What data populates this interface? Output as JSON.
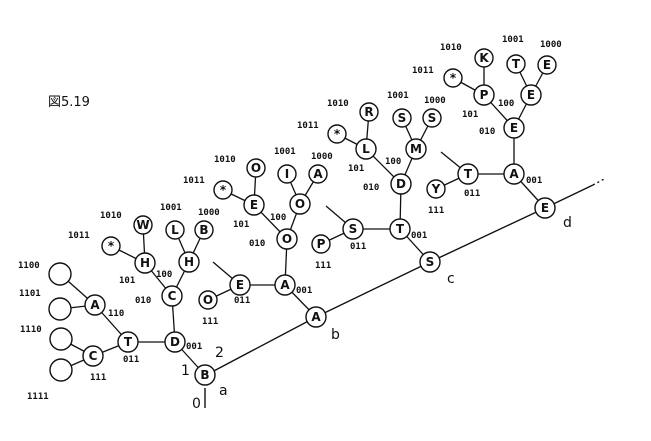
{
  "caption": "図5.19",
  "line_labels": {
    "a": "a",
    "b": "b",
    "c": "c",
    "d": "d",
    "one": "1",
    "two": "2",
    "zero": "0"
  },
  "nodes": [
    {
      "id": "B",
      "letter": "B"
    },
    {
      "id": "D1",
      "letter": "D"
    },
    {
      "id": "T1",
      "letter": "T"
    },
    {
      "id": "A1",
      "letter": "A"
    },
    {
      "id": "C1",
      "letter": "C"
    },
    {
      "id": "L1100",
      "letter": ""
    },
    {
      "id": "L1101",
      "letter": ""
    },
    {
      "id": "L1110",
      "letter": ""
    },
    {
      "id": "L1111",
      "letter": ""
    },
    {
      "id": "C2",
      "letter": "C"
    },
    {
      "id": "H1",
      "letter": "H"
    },
    {
      "id": "H2",
      "letter": "H"
    },
    {
      "id": "Ast1",
      "letter": "*"
    },
    {
      "id": "W",
      "letter": "W"
    },
    {
      "id": "L2",
      "letter": "L"
    },
    {
      "id": "B2",
      "letter": "B"
    },
    {
      "id": "Ab",
      "letter": "A"
    },
    {
      "id": "A2",
      "letter": "A"
    },
    {
      "id": "E1",
      "letter": "E"
    },
    {
      "id": "O1",
      "letter": "O"
    },
    {
      "id": "O2",
      "letter": "O"
    },
    {
      "id": "E2",
      "letter": "E"
    },
    {
      "id": "O3",
      "letter": "O"
    },
    {
      "id": "Ast2",
      "letter": "*"
    },
    {
      "id": "O4",
      "letter": "O"
    },
    {
      "id": "I",
      "letter": "I"
    },
    {
      "id": "A3",
      "letter": "A"
    },
    {
      "id": "Sc",
      "letter": "S"
    },
    {
      "id": "T2",
      "letter": "T"
    },
    {
      "id": "S1",
      "letter": "S"
    },
    {
      "id": "P1",
      "letter": "P"
    },
    {
      "id": "D2",
      "letter": "D"
    },
    {
      "id": "M",
      "letter": "M"
    },
    {
      "id": "L3",
      "letter": "L"
    },
    {
      "id": "Ast3",
      "letter": "*"
    },
    {
      "id": "R",
      "letter": "R"
    },
    {
      "id": "S2",
      "letter": "S"
    },
    {
      "id": "S3",
      "letter": "S"
    },
    {
      "id": "Ed",
      "letter": "E"
    },
    {
      "id": "A4",
      "letter": "A"
    },
    {
      "id": "T3",
      "letter": "T"
    },
    {
      "id": "Y",
      "letter": "Y"
    },
    {
      "id": "E3",
      "letter": "E"
    },
    {
      "id": "E4",
      "letter": "E"
    },
    {
      "id": "P2",
      "letter": "P"
    },
    {
      "id": "Ast4",
      "letter": "*"
    },
    {
      "id": "K",
      "letter": "K"
    },
    {
      "id": "T4",
      "letter": "T"
    },
    {
      "id": "E5",
      "letter": "E"
    }
  ],
  "codes": [
    {
      "id": "c_1100",
      "text": "1100"
    },
    {
      "id": "c_1101",
      "text": "1101"
    },
    {
      "id": "c_110",
      "text": "110"
    },
    {
      "id": "c_1110",
      "text": "1110"
    },
    {
      "id": "c_111a",
      "text": "111"
    },
    {
      "id": "c_1111",
      "text": "1111"
    },
    {
      "id": "c_011a",
      "text": "011"
    },
    {
      "id": "c_001a",
      "text": "001"
    },
    {
      "id": "c_010a",
      "text": "010"
    },
    {
      "id": "c_100a",
      "text": "100"
    },
    {
      "id": "c_101a",
      "text": "101"
    },
    {
      "id": "c_1011a",
      "text": "1011"
    },
    {
      "id": "c_1010a",
      "text": "1010"
    },
    {
      "id": "c_1001a",
      "text": "1001"
    },
    {
      "id": "c_1000a",
      "text": "1000"
    },
    {
      "id": "c_111b",
      "text": "111"
    },
    {
      "id": "c_011b",
      "text": "011"
    },
    {
      "id": "c_001b",
      "text": "001"
    },
    {
      "id": "c_010b",
      "text": "010"
    },
    {
      "id": "c_100b",
      "text": "100"
    },
    {
      "id": "c_101b",
      "text": "101"
    },
    {
      "id": "c_1011b",
      "text": "1011"
    },
    {
      "id": "c_1010b",
      "text": "1010"
    },
    {
      "id": "c_1001b",
      "text": "1001"
    },
    {
      "id": "c_1000b",
      "text": "1000"
    },
    {
      "id": "c_111c",
      "text": "111"
    },
    {
      "id": "c_011c",
      "text": "011"
    },
    {
      "id": "c_001c",
      "text": "001"
    },
    {
      "id": "c_010c",
      "text": "010"
    },
    {
      "id": "c_100c",
      "text": "100"
    },
    {
      "id": "c_101c",
      "text": "101"
    },
    {
      "id": "c_1011c",
      "text": "1011"
    },
    {
      "id": "c_1010c",
      "text": "1010"
    },
    {
      "id": "c_1001c",
      "text": "1001"
    },
    {
      "id": "c_1000c",
      "text": "1000"
    },
    {
      "id": "c_111d",
      "text": "111"
    },
    {
      "id": "c_011d",
      "text": "011"
    },
    {
      "id": "c_001d",
      "text": "001"
    },
    {
      "id": "c_010d",
      "text": "010"
    },
    {
      "id": "c_100d",
      "text": "100"
    },
    {
      "id": "c_101d",
      "text": "101"
    },
    {
      "id": "c_1011d",
      "text": "1011"
    },
    {
      "id": "c_1010d",
      "text": "1010"
    },
    {
      "id": "c_1001d",
      "text": "1001"
    },
    {
      "id": "c_1000d",
      "text": "1000"
    }
  ]
}
